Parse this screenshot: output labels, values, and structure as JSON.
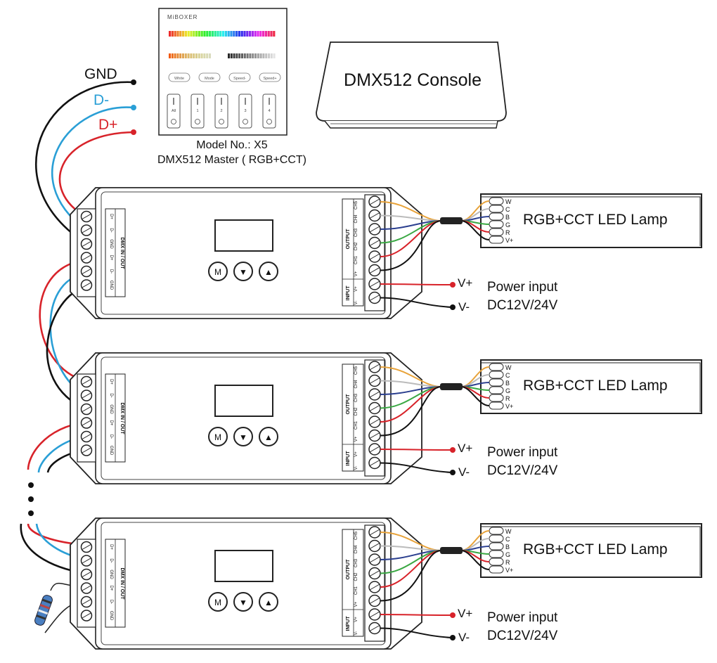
{
  "master": {
    "brand": "MiBOXER",
    "buttons": [
      "White",
      "Mode",
      "Speed-",
      "Speed+"
    ],
    "zones": [
      "All",
      "1",
      "2",
      "3",
      "4"
    ],
    "model_line": "Model No.: X5",
    "desc_line": "DMX512 Master ( RGB+CCT)"
  },
  "bus_labels": {
    "gnd": "GND",
    "dminus": "D-",
    "dplus": "D+"
  },
  "console": {
    "label": "DMX512 Console"
  },
  "decoder": {
    "dmx_title": "DMX IN / OUT",
    "dmx_pins": [
      "D+",
      "D-",
      "GND",
      "D+",
      "D-",
      "GND"
    ],
    "output_title": "OUTPUT",
    "output_pins": [
      "CH5",
      "CH4",
      "CH3",
      "CH2",
      "CH1",
      "V+"
    ],
    "input_title": "INPUT",
    "input_pins": [
      "V+",
      "V-"
    ],
    "keys": [
      "M",
      "▼",
      "▲"
    ]
  },
  "lamp": {
    "title": "RGB+CCT LED Lamp",
    "pins": [
      "W",
      "C",
      "B",
      "G",
      "R",
      "V+"
    ]
  },
  "power": {
    "vplus": "V+",
    "vminus": "V-",
    "title": "Power input",
    "spec": "DC12V/24V"
  },
  "colors": {
    "gnd_wire": "#111111",
    "dminus_wire": "#2a9fd6",
    "dplus_wire": "#d8232a",
    "w_wire": "#e8a33a",
    "c_wire": "#bbbbbb",
    "b_wire": "#2b3f8f",
    "g_wire": "#3aa843",
    "r_wire": "#d8232a"
  }
}
